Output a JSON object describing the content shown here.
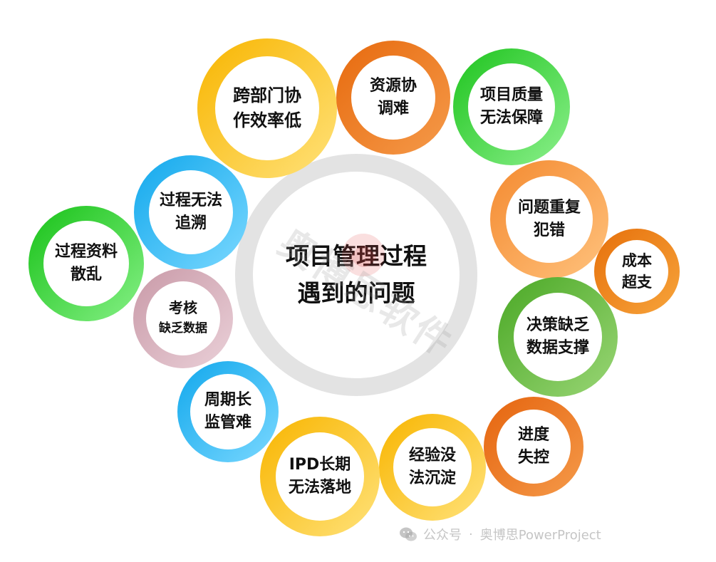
{
  "center": {
    "lines": [
      "项目管理过程",
      "遇到的问题"
    ]
  },
  "nodes": [
    {
      "id": "cross-dept",
      "lines": [
        "跨部门协",
        "作效率低"
      ],
      "colors": [
        "#ffe27a",
        "#f8b500"
      ]
    },
    {
      "id": "resource",
      "lines": [
        "资源协",
        "调难"
      ],
      "colors": [
        "#f59a4a",
        "#e76a0e"
      ]
    },
    {
      "id": "quality",
      "lines": [
        "项目质量",
        "无法保障"
      ],
      "colors": [
        "#8cf08c",
        "#1ec41e"
      ]
    },
    {
      "id": "repeat-issues",
      "lines": [
        "问题重复",
        "犯错"
      ],
      "colors": [
        "#ffc27d",
        "#f48a30"
      ]
    },
    {
      "id": "cost",
      "lines": [
        "成本",
        "超支"
      ],
      "colors": [
        "#f7a43b",
        "#e6700b"
      ]
    },
    {
      "id": "decision",
      "lines": [
        "决策缺乏",
        "数据支撑"
      ],
      "colors": [
        "#9ad676",
        "#4aa825"
      ]
    },
    {
      "id": "schedule",
      "lines": [
        "进度",
        "失控"
      ],
      "colors": [
        "#f59a4a",
        "#e5640e"
      ]
    },
    {
      "id": "experience",
      "lines": [
        "经验没",
        "法沉淀"
      ],
      "colors": [
        "#ffe27a",
        "#f8b500"
      ]
    },
    {
      "id": "ipd",
      "lines": [
        "IPD长期",
        "无法落地"
      ],
      "colors": [
        "#ffe27a",
        "#f8b500"
      ]
    },
    {
      "id": "long-cycle",
      "lines": [
        "周期长",
        "监管难"
      ],
      "colors": [
        "#7ad8ff",
        "#12a8ec"
      ]
    },
    {
      "id": "assessment",
      "lines": [
        "考核",
        "缺乏数据"
      ],
      "colors": [
        "#ead0d8",
        "#c99aa8"
      ]
    },
    {
      "id": "docs",
      "lines": [
        "过程资料",
        "散乱"
      ],
      "colors": [
        "#86f086",
        "#18c218"
      ]
    },
    {
      "id": "trace",
      "lines": [
        "过程无法",
        "追溯"
      ],
      "colors": [
        "#7ad8ff",
        "#12a8ec"
      ]
    }
  ],
  "watermark": {
    "text": "奥博思软件"
  },
  "footer": {
    "prefix": "公众号",
    "separator": "·",
    "account": "奥博思PowerProject",
    "icon": "wechat-icon"
  }
}
